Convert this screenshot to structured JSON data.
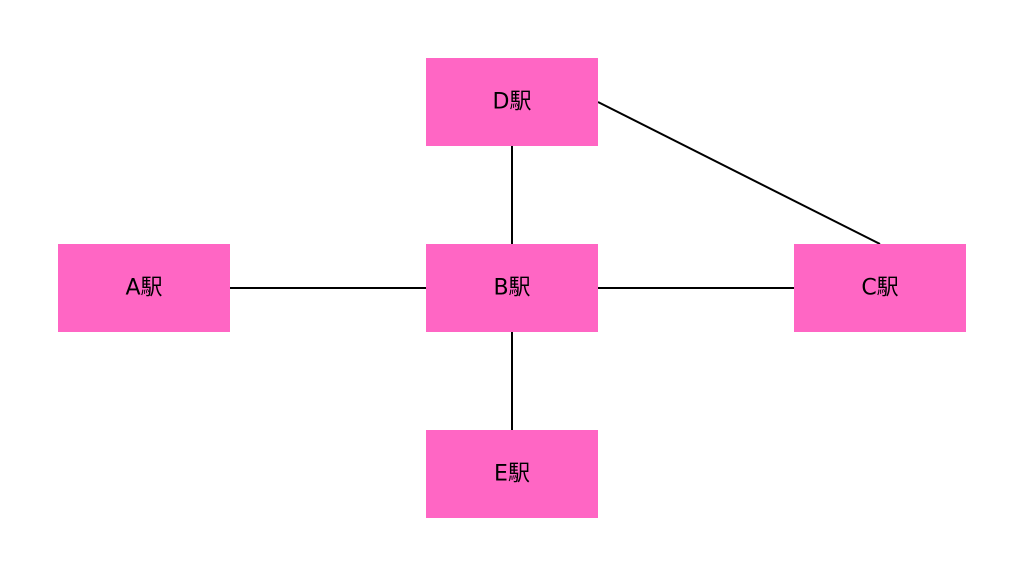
{
  "colors": {
    "node_fill": "#ff66c4",
    "edge": "#000000",
    "text": "#000000",
    "background": "#ffffff"
  },
  "nodes": {
    "A": "A駅",
    "B": "B駅",
    "C": "C駅",
    "D": "D駅",
    "E": "E駅"
  },
  "edges": [
    [
      "A",
      "B"
    ],
    [
      "B",
      "C"
    ],
    [
      "B",
      "D"
    ],
    [
      "B",
      "E"
    ],
    [
      "D",
      "C"
    ]
  ]
}
